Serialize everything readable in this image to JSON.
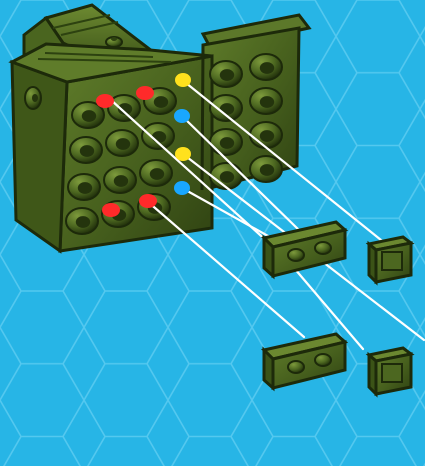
{
  "colors": {
    "background": "#27b5e6",
    "hex_line": "#5ccbf1",
    "brick_dark": "#2f4212",
    "brick_mid": "#465f1d",
    "brick_light": "#5f7c2a",
    "brick_edge": "#1d2a0a",
    "stud_shadow": "#24340d",
    "guide_line": "#ffffff",
    "dot_red": "#ff2a2a",
    "dot_yellow": "#ffe11d",
    "dot_blue": "#19a7ff"
  },
  "diagram": {
    "brick_model_name": "olive-brick-assembly",
    "small_parts": [
      "plate-1x2-jumper-top",
      "plate-1x1-square-top",
      "plate-1x2-jumper-bottom",
      "plate-1x1-square-bottom"
    ],
    "marker_colors": [
      "red",
      "red",
      "yellow",
      "blue",
      "yellow",
      "blue",
      "red",
      "red"
    ]
  }
}
